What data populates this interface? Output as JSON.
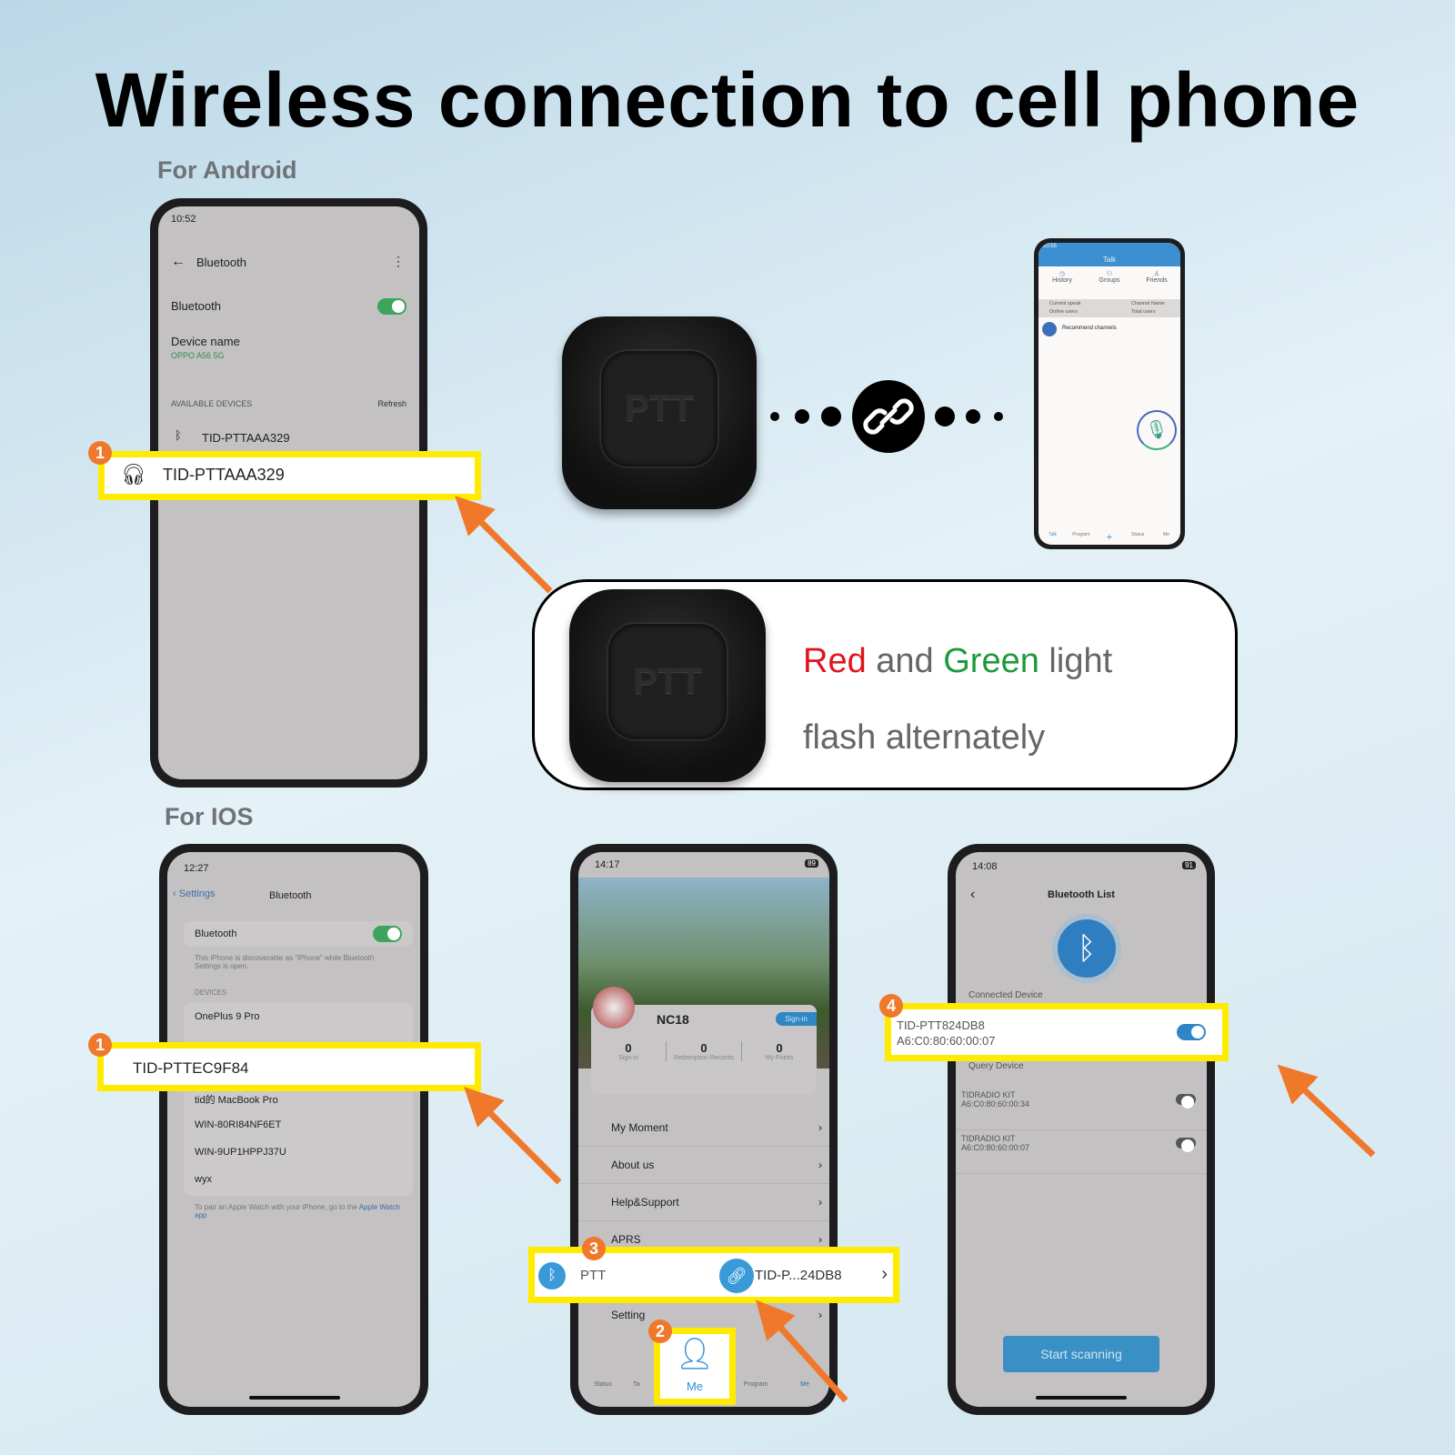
{
  "title": "Wireless connection to cell phone",
  "android": {
    "section": "For Android",
    "time": "10:52",
    "header": "Bluetooth",
    "bt_label": "Bluetooth",
    "device_name_label": "Device name",
    "device_name": "OPPO A56 5G",
    "available": "AVAILABLE DEVICES",
    "refresh": "Refresh",
    "device": "TID-PTTAAA329",
    "highlight": "TID-PTTAAA329",
    "badge": "1"
  },
  "device_label": "PTT",
  "talk_app": {
    "time": "10:55",
    "title": "Talk",
    "tabs": [
      "History",
      "Groups",
      "Friends"
    ],
    "info": [
      "Current speak",
      "Channel Name",
      "Online users",
      "Total users"
    ],
    "recommend": "Recommend channels",
    "nav": [
      "Talk",
      "Program",
      "Status",
      "Me"
    ]
  },
  "callout": {
    "red": "Red",
    "and": " and ",
    "green": "Green",
    "light": " light",
    "line2": "flash alternately",
    "red_color": "#e0141e",
    "green_color": "#1e9a3a"
  },
  "ios": {
    "section": "For IOS",
    "time": "12:27",
    "back": "Settings",
    "header": "Bluetooth",
    "bt_label": "Bluetooth",
    "note": "This iPhone is discoverable as \"iPhone\" while Bluetooth Settings is open.",
    "devices": "DEVICES",
    "list": [
      "OnePlus 9 Pro",
      "tid的 MacBook Pro",
      "WIN-80RI84NF6ET",
      "WIN-9UP1HPPJ37U",
      "wyx"
    ],
    "watch_note": "To pair an Apple Watch with your iPhone, go to the",
    "watch_link": "Apple Watch app",
    "highlight": "TID-PTTEC9F84",
    "badge": "1"
  },
  "me_app": {
    "time": "14:17",
    "battery": "89",
    "user": "NC18",
    "signin": "Sign-in",
    "stats": [
      {
        "value": "0",
        "label": "Sign-in"
      },
      {
        "value": "0",
        "label": "Redemption Records"
      },
      {
        "value": "0",
        "label": "My Points"
      }
    ],
    "menu": [
      "My Moment",
      "About us",
      "Help&Support",
      "APRS",
      "Setting"
    ],
    "ptt_label": "PTT",
    "ptt_value": "TID-P...24DB8",
    "badge3": "3",
    "badge2": "2",
    "nav": [
      "Status",
      "Ta",
      "Me",
      "Program",
      "Me"
    ]
  },
  "bt_list": {
    "time": "14:08",
    "battery": "91",
    "title": "Bluetooth List",
    "connected": "Connected Device",
    "conn_name": "TID-PTT824DB8",
    "conn_mac": "A6:C0:80:60:00:07",
    "query": "Query Device",
    "devices": [
      {
        "name": "TIDRADIO KIT",
        "mac": "A6:C0:80:60:00:34"
      },
      {
        "name": "TIDRADIO KIT",
        "mac": "A6:C0:80:60:00:07"
      }
    ],
    "scan": "Start scanning",
    "badge": "4"
  },
  "colors": {
    "highlight": "#ffeb00",
    "arrow": "#f0782a",
    "accent_blue": "#3a8fc4"
  }
}
